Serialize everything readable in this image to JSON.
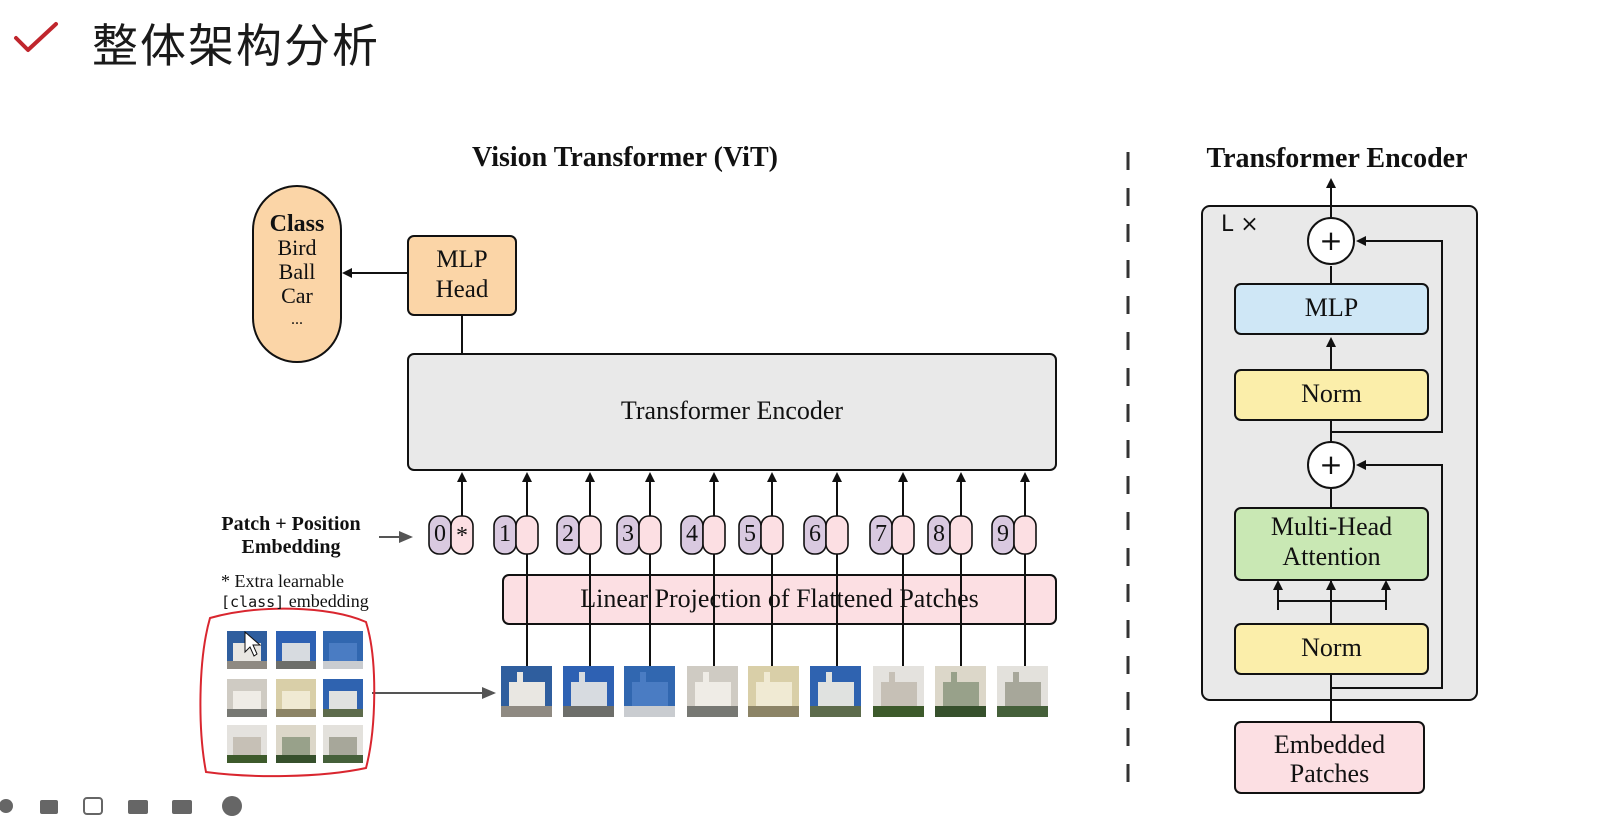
{
  "page": {
    "title": "整体架构分析"
  },
  "vit": {
    "title": "Vision Transformer (ViT)",
    "class_box": {
      "heading": "Class",
      "items": [
        "Bird",
        "Ball",
        "Car",
        "..."
      ]
    },
    "mlp_head": [
      "MLP",
      "Head"
    ],
    "encoder_label": "Transformer Encoder",
    "patch_embedding_label": [
      "Patch + Position",
      "Embedding"
    ],
    "extra_note_line1": "* Extra learnable",
    "extra_note_code": "[class]",
    "extra_note_rest": " embedding",
    "tokens": [
      "0",
      "1",
      "2",
      "3",
      "4",
      "5",
      "6",
      "7",
      "8",
      "9"
    ],
    "cls_marker": "*",
    "linear_projection_label": "Linear Projection of Flattened Patches"
  },
  "encoder": {
    "title": "Transformer Encoder",
    "repeat_label": "L ×",
    "plus": "+",
    "mlp_label": "MLP",
    "norm_label": "Norm",
    "attention_label": [
      "Multi-Head",
      "Attention"
    ],
    "input_label": [
      "Embedded",
      "Patches"
    ]
  },
  "colors": {
    "class_fill": "#fbd5a7",
    "mlp_head_fill": "#fbd5a7",
    "encoder_fill": "#e9e9e9",
    "token_pos_fill": "#d9c9e0",
    "token_patch_fill": "#fcdfe3",
    "projection_fill": "#fcdfe3",
    "mlp_fill": "#cfe7f6",
    "norm_fill": "#fbeeaa",
    "attention_fill": "#c9e8b4",
    "highlight_red": "#d9262f"
  }
}
